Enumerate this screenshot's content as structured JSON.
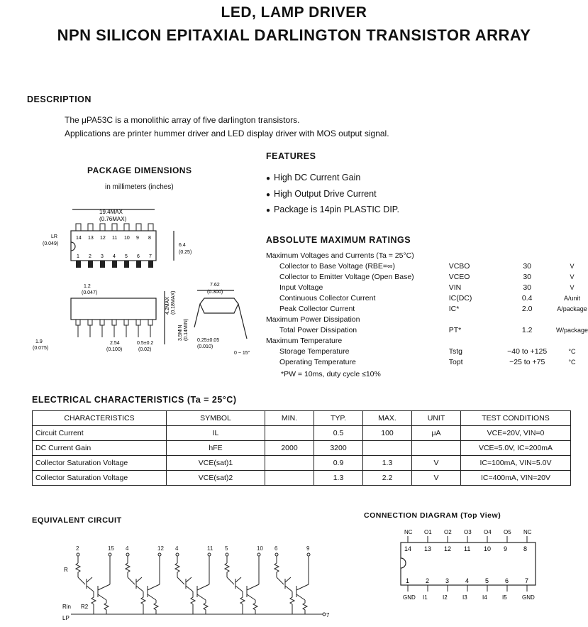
{
  "title_line1": "LED, LAMP DRIVER",
  "title_line2": "NPN SILICON EPITAXIAL DARLINGTON TRANSISTOR ARRAY",
  "description": {
    "heading": "DESCRIPTION",
    "line1": "The μPA53C is a monolithic array of five darlington transistors.",
    "line2": "Applications are printer hummer driver and LED display driver with MOS output signal."
  },
  "package": {
    "heading": "PACKAGE DIMENSIONS",
    "units": "in millimeters (inches)",
    "dims": {
      "len_mm": "19.4MAX",
      "len_in": "(0.76MAX)",
      "lr": "LR",
      "lr_in": "(0.049)",
      "w_mm": "6.4",
      "w_in": "(0.25)",
      "pitch1": "1.2",
      "pitch1_in": "(0.047)",
      "side_mm": "7.62",
      "side_in": "(0.300)",
      "tip1": "1.9",
      "tip1_in": "(0.075)",
      "pitch2": "2.54",
      "pitch2_in": "(0.100)",
      "lead": "0.5±0.2",
      "lead_in": "(0.02)",
      "hmax": "4.2MAX",
      "hmax_in": "(0.18MAX)",
      "h2": "3.5MIN",
      "h2_in": "(0.14MIN)",
      "lead_t": "0.25±0.05",
      "lead_t_in": "(0.010)",
      "angle": "0 ~ 15°"
    },
    "top_pins": [
      "14",
      "13",
      "12",
      "11",
      "10",
      "9",
      "8"
    ],
    "bottom_pins": [
      "1",
      "2",
      "3",
      "4",
      "5",
      "6",
      "7"
    ]
  },
  "features": {
    "heading": "FEATURES",
    "items": [
      "High DC Current Gain",
      "High Output Drive Current",
      "Package is 14pin PLASTIC DIP."
    ]
  },
  "ratings": {
    "heading": "ABSOLUTE MAXIMUM RATINGS",
    "rows": [
      {
        "label": "Maximum Voltages and Currents (Ta = 25°C)",
        "sym": "",
        "val": "",
        "unit": "",
        "indent": false
      },
      {
        "label": "Collector to Base Voltage (RBE=∞)",
        "sym": "VCBO",
        "val": "30",
        "unit": "V",
        "indent": true
      },
      {
        "label": "Collector to Emitter Voltage (Open Base)",
        "sym": "VCEO",
        "val": "30",
        "unit": "V",
        "indent": true
      },
      {
        "label": "Input Voltage",
        "sym": "VIN",
        "val": "30",
        "unit": "V",
        "indent": true
      },
      {
        "label": "Continuous Collector Current",
        "sym": "IC(DC)",
        "val": "0.4",
        "unit": "A/unit",
        "indent": true
      },
      {
        "label": "Peak Collector Current",
        "sym": "IC*",
        "val": "2.0",
        "unit": "A/package",
        "indent": true
      },
      {
        "label": "Maximum Power Dissipation",
        "sym": "",
        "val": "",
        "unit": "",
        "indent": false
      },
      {
        "label": "Total Power Dissipation",
        "sym": "PT*",
        "val": "1.2",
        "unit": "W/package",
        "indent": true
      },
      {
        "label": "Maximum Temperature",
        "sym": "",
        "val": "",
        "unit": "",
        "indent": false
      },
      {
        "label": "Storage Temperature",
        "sym": "Tstg",
        "val": "−40 to +125",
        "unit": "°C",
        "indent": true
      },
      {
        "label": "Operating Temperature",
        "sym": "Topt",
        "val": "−25 to +75",
        "unit": "°C",
        "indent": true
      }
    ],
    "footnote": "*PW = 10ms, duty cycle ≤10%"
  },
  "electrical": {
    "heading": "ELECTRICAL CHARACTERISTICS (Ta = 25°C)",
    "headers": [
      "CHARACTERISTICS",
      "SYMBOL",
      "MIN.",
      "TYP.",
      "MAX.",
      "UNIT",
      "TEST CONDITIONS"
    ],
    "rows": [
      [
        "Circuit Current",
        "IL",
        "",
        "0.5",
        "100",
        "μA",
        "VCE=20V, VIN=0"
      ],
      [
        "DC Current Gain",
        "hFE",
        "2000",
        "3200",
        "",
        "",
        "VCE=5.0V, IC=200mA"
      ],
      [
        "Collector Saturation Voltage",
        "VCE(sat)1",
        "",
        "0.9",
        "1.3",
        "V",
        "IC=100mA, VIN=5.0V"
      ],
      [
        "Collector Saturation Voltage",
        "VCE(sat)2",
        "",
        "1.3",
        "2.2",
        "V",
        "IC=400mA, VIN=20V"
      ]
    ]
  },
  "equivalent": {
    "heading": "EQUIVALENT CIRCUIT",
    "top_labels": [
      "2",
      "15",
      "4",
      "12",
      "4",
      "11",
      "5",
      "10",
      "6",
      "9"
    ],
    "labels": {
      "r": "R",
      "rin": "Rin",
      "r2": "R2",
      "lp": "LP",
      "out": "7"
    }
  },
  "connection": {
    "heading": "CONNECTION DIAGRAM (Top View)",
    "top_names": [
      "NC",
      "O1",
      "O2",
      "O3",
      "O4",
      "O5",
      "NC"
    ],
    "top_nums": [
      "14",
      "13",
      "12",
      "11",
      "10",
      "9",
      "8"
    ],
    "bot_nums": [
      "1",
      "2",
      "3",
      "4",
      "5",
      "6",
      "7"
    ],
    "bot_names": [
      "GND",
      "I1",
      "I2",
      "I3",
      "I4",
      "I5",
      "GND"
    ]
  }
}
